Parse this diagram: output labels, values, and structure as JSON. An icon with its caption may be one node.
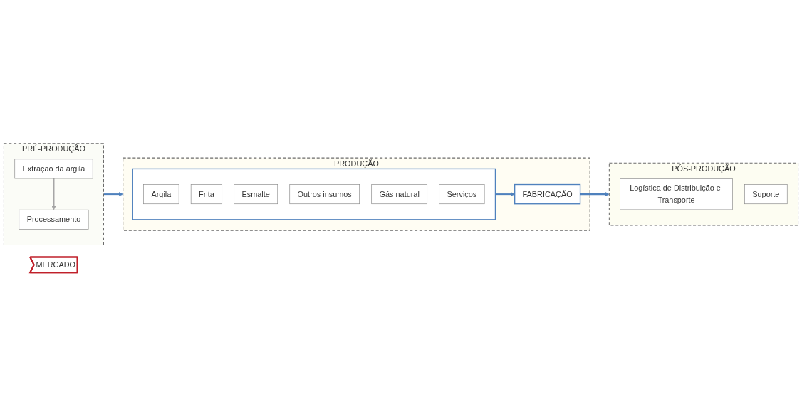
{
  "diagram": {
    "nodes": [
      {
        "text": [
          "PRÉ-PRODUÇÃO"
        ]
      },
      {
        "text": [
          "Extração da argila"
        ],
        "in": 0
      },
      {
        "text": [
          "Processamento"
        ],
        "in": 0
      },
      {
        "text": [
          "PRODUÇÃO"
        ]
      },
      {
        "text": [],
        "shape": "box",
        "in": 3
      },
      {
        "text": [
          "Argila"
        ],
        "in": 4
      },
      {
        "text": [
          "Frita"
        ],
        "in": 4
      },
      {
        "text": [
          "Esmalte"
        ],
        "in": 4
      },
      {
        "text": [
          "Outros insumos"
        ],
        "in": 4
      },
      {
        "text": [
          "Gás natural"
        ],
        "in": 4
      },
      {
        "text": [
          "Serviços"
        ],
        "in": 4
      },
      {
        "text": [
          "FABRICAÇÃO"
        ],
        "in": 3
      },
      {
        "text": [
          "PÓS-PRODUÇÃO"
        ]
      },
      {
        "text": [
          "Logística de Distribuição e Transporte"
        ],
        "in": 12
      },
      {
        "text": [
          "Suporte"
        ],
        "in": 12
      },
      {
        "text": [
          "MERCADO"
        ]
      }
    ],
    "edges": [
      {
        "from": 1,
        "to": 2,
        "arrow": "to",
        "color": "#a6a6a6"
      },
      {
        "from": 0,
        "to": 3,
        "arrow": "to"
      },
      {
        "from": 4,
        "to": 11,
        "arrow": "to"
      },
      {
        "from": 11,
        "to": 12,
        "arrow": "to"
      }
    ]
  }
}
